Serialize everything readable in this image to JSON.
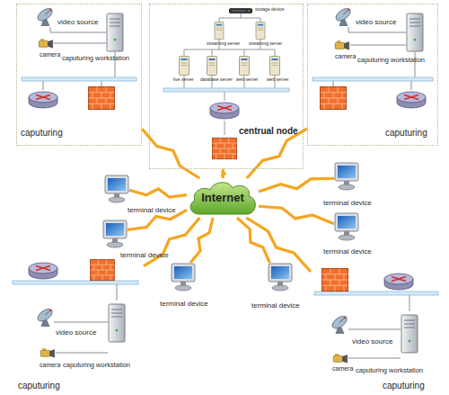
{
  "diagram": {
    "nodes": [
      {
        "text": [
          "video source",
          "camera",
          "caputuring workstation",
          "caputuring"
        ]
      },
      {
        "text": [
          "storage device",
          "streaming server",
          "streaming server",
          "live server",
          "database server",
          "web server",
          "web server",
          "centrual node"
        ]
      },
      {
        "text": [
          "video source",
          "camera",
          "caputuring workstation",
          "caputuring"
        ]
      },
      {
        "text": [
          "terminal device"
        ]
      },
      {
        "text": [
          "Internet"
        ]
      },
      {
        "text": [
          "terminal device"
        ]
      },
      {
        "text": [
          "terminal device"
        ]
      },
      {
        "text": [
          "terminal device"
        ]
      },
      {
        "text": [
          "video source",
          "camera",
          "caputuring workstation",
          "caputuring"
        ]
      },
      {
        "text": [
          "terminal device"
        ]
      },
      {
        "text": [
          "terminal device"
        ]
      },
      {
        "text": [
          "video source",
          "camera",
          "caputuring workstation",
          "caputuring"
        ]
      }
    ],
    "edges": [
      {
        "from": 0,
        "to": 4,
        "arrow": "none"
      },
      {
        "from": 1,
        "to": 4,
        "arrow": "none"
      },
      {
        "from": 2,
        "to": 4,
        "arrow": "none"
      },
      {
        "from": 3,
        "to": 4,
        "arrow": "none"
      },
      {
        "from": 5,
        "to": 4,
        "arrow": "none"
      },
      {
        "from": 6,
        "to": 4,
        "arrow": "none"
      },
      {
        "from": 7,
        "to": 4,
        "arrow": "none"
      },
      {
        "from": 8,
        "to": 4,
        "arrow": "none"
      },
      {
        "from": 9,
        "to": 4,
        "arrow": "none"
      },
      {
        "from": 10,
        "to": 4,
        "arrow": "none"
      },
      {
        "from": 11,
        "to": 4,
        "arrow": "none"
      }
    ]
  }
}
